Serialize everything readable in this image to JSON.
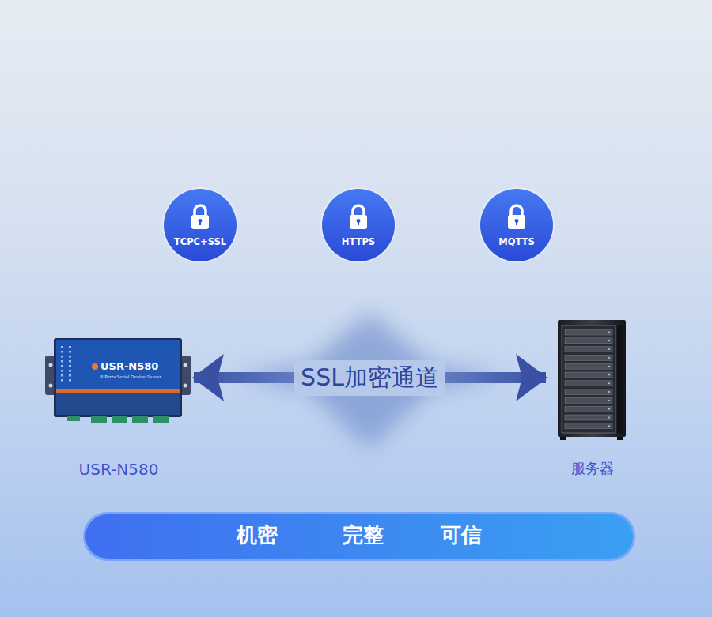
{
  "diagram": {
    "nodes": [
      {
        "text": [
          "TCPC+SSL"
        ]
      },
      {
        "text": [
          "HTTPS"
        ]
      },
      {
        "text": [
          "MQTTS"
        ]
      },
      {
        "text": [
          "USR-N580",
          "8 Ports Serial Device Server",
          "USR-N580"
        ]
      },
      {
        "text": [
          "服务器"
        ]
      },
      {
        "text": [
          "机密",
          "完整",
          "可信"
        ]
      }
    ],
    "edges": [
      {
        "from": 3,
        "to": 4,
        "arrow": "both",
        "label": "SSL加密通道"
      }
    ]
  }
}
